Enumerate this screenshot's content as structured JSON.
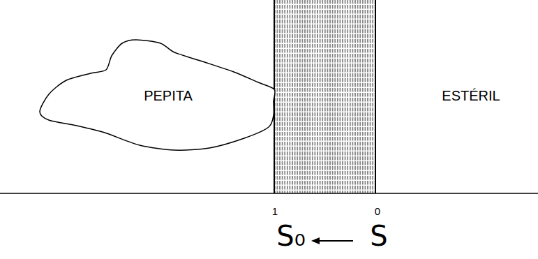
{
  "diagram": {
    "nodes": [
      {
        "text": [
          "PEPITA"
        ]
      }
    ],
    "labels": [
      "ESTÉRIL",
      "1",
      "0",
      "S₀",
      "S"
    ]
  }
}
